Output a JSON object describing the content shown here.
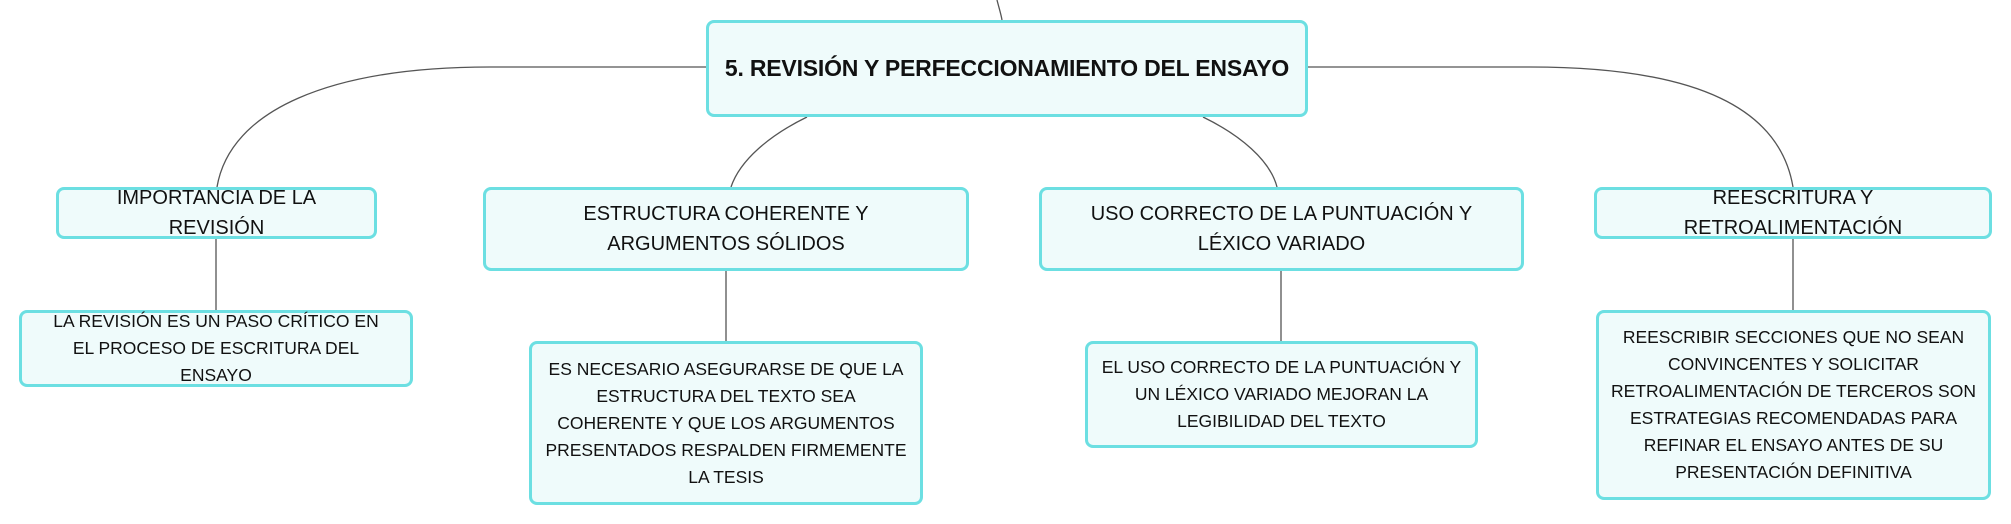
{
  "palette": {
    "node_fill": "#effbfb",
    "node_border": "#6cdfe2",
    "connector": "#555555",
    "text": "#111111"
  },
  "root": {
    "label": "5. REVISIÓN Y PERFECCIONAMIENTO DEL ENSAYO"
  },
  "branches": [
    {
      "topic": "IMPORTANCIA DE LA REVISIÓN",
      "detail": "LA REVISIÓN ES UN PASO CRÍTICO EN EL PROCESO DE ESCRITURA DEL ENSAYO"
    },
    {
      "topic": "ESTRUCTURA COHERENTE Y ARGUMENTOS SÓLIDOS",
      "detail": "ES NECESARIO ASEGURARSE DE QUE LA ESTRUCTURA DEL TEXTO SEA COHERENTE Y QUE LOS ARGUMENTOS PRESENTADOS RESPALDEN FIRMEMENTE LA TESIS"
    },
    {
      "topic": "USO CORRECTO DE LA PUNTUACIÓN Y LÉXICO VARIADO",
      "detail": "EL USO CORRECTO DE LA PUNTUACIÓN Y UN LÉXICO VARIADO MEJORAN LA LEGIBILIDAD DEL TEXTO"
    },
    {
      "topic": "REESCRITURA Y RETROALIMENTACIÓN",
      "detail": "REESCRIBIR SECCIONES QUE NO SEAN CONVINCENTES Y SOLICITAR RETROALIMENTACIÓN DE TERCEROS SON ESTRATEGIAS RECOMENDADAS PARA REFINAR EL ENSAYO ANTES DE SU PRESENTACIÓN DEFINITIVA"
    }
  ]
}
